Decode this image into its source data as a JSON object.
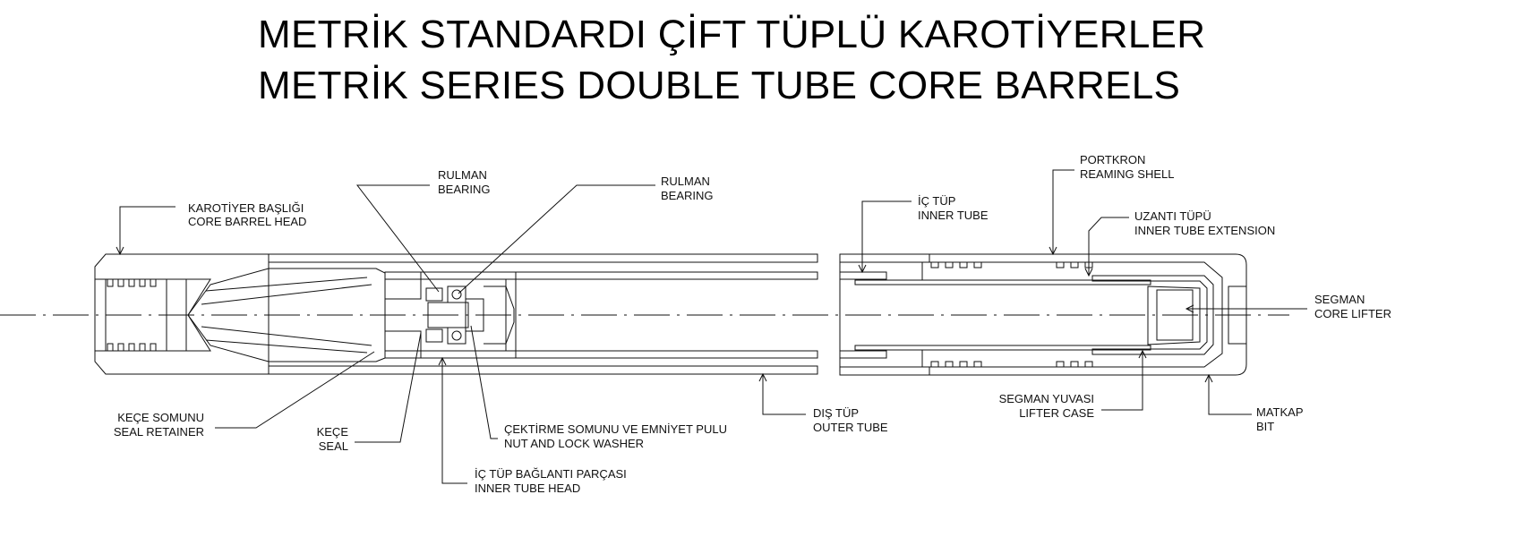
{
  "title": {
    "line1": "METRİK  STANDARDI ÇİFT TÜPLÜ KAROTİYERLER",
    "line2": "METRİK  SERIES DOUBLE TUBE CORE BARRELS"
  },
  "labels": {
    "bearing1": {
      "tr": "RULMAN",
      "en": "BEARING"
    },
    "bearing2": {
      "tr": "RULMAN",
      "en": "BEARING"
    },
    "head": {
      "tr": "KAROTİYER BAŞLIĞI",
      "en": "CORE BARREL HEAD"
    },
    "reaming_shell": {
      "tr": "PORTKRON",
      "en": "REAMING SHELL"
    },
    "inner_tube": {
      "tr": "İÇ TÜP",
      "en": "INNER TUBE"
    },
    "extension": {
      "tr": "UZANTI TÜPÜ",
      "en": "INNER TUBE EXTENSION"
    },
    "core_lifter": {
      "tr": "SEGMAN",
      "en": "CORE LIFTER"
    },
    "seal_retainer": {
      "tr": "KEÇE SOMUNU",
      "en": "SEAL RETAINER"
    },
    "seal": {
      "tr": "KEÇE",
      "en": "SEAL"
    },
    "nut": {
      "tr": "ÇEKTİRME SOMUNU VE EMNİYET PULU",
      "en": "NUT AND LOCK WASHER"
    },
    "inner_tube_head": {
      "tr": "İÇ TÜP BAĞLANTI PARÇASI",
      "en": "INNER TUBE HEAD"
    },
    "outer_tube": {
      "tr": "DIŞ TÜP",
      "en": "OUTER TUBE"
    },
    "lifter_case": {
      "tr": "SEGMAN YUVASI",
      "en": "LIFTER CASE"
    },
    "bit": {
      "tr": "MATKAP",
      "en": "BIT"
    }
  }
}
